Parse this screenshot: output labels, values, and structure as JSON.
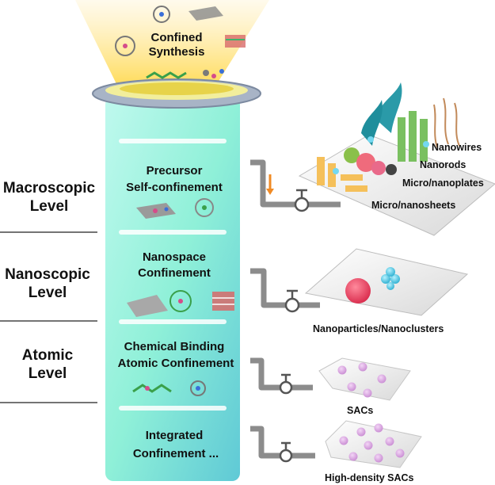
{
  "top": {
    "line1": "Confined",
    "line2": "Synthesis"
  },
  "levels": [
    {
      "line1": "Macroscopic",
      "line2": "Level"
    },
    {
      "line1": "Nanoscopic",
      "line2": "Level"
    },
    {
      "line1": "Atomic",
      "line2": "Level"
    }
  ],
  "sections": [
    {
      "line1": "Precursor",
      "line2": "Self-confinement"
    },
    {
      "line1": "Nanospace",
      "line2": "Confinement"
    },
    {
      "line1": "Chemical Binding",
      "line2": "Atomic Confinement"
    },
    {
      "line1": "Integrated",
      "line2": "Confinement ..."
    }
  ],
  "outputs": {
    "macro": [
      "Nanowires",
      "Nanorods",
      "Micro/nanoplates",
      "Micro/nanosheets"
    ],
    "nano": "Nanoparticles/Nanoclusters",
    "sacs": "SACs",
    "hd_sacs": "High-density SACs"
  },
  "colors": {
    "tower_top": "#ccfff0",
    "tower_bottom": "#4fd3c6",
    "pipe": "#8c8c8c",
    "beam": "#ffe066",
    "sac_dot": "#d9a6e0",
    "particle_pink": "#e8445e",
    "particle_cyan": "#4cc8e0"
  }
}
